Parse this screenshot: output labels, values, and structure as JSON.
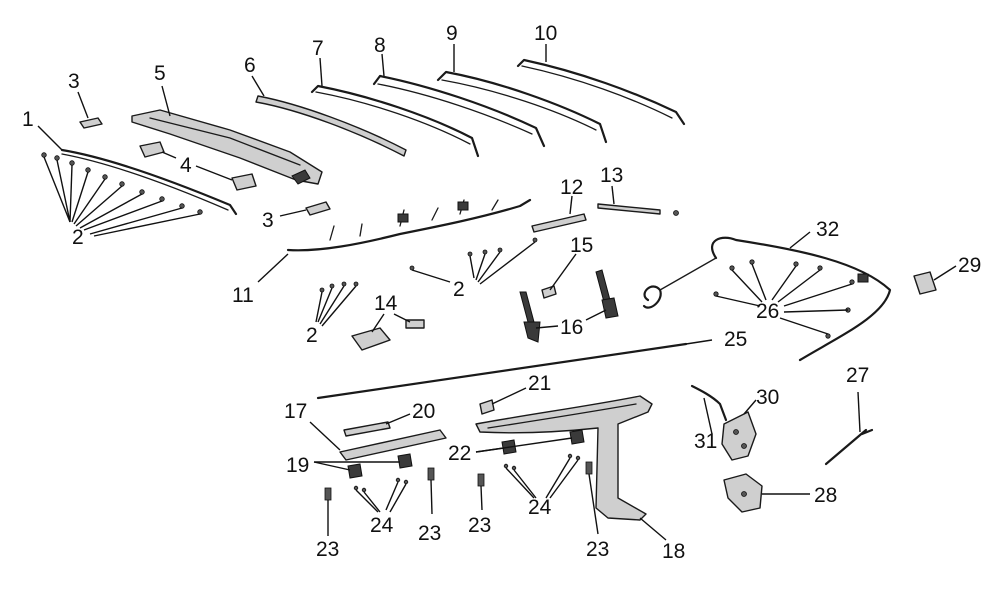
{
  "callouts": [
    {
      "id": "c1",
      "label": "1"
    },
    {
      "id": "c2a",
      "label": "2"
    },
    {
      "id": "c2b",
      "label": "2"
    },
    {
      "id": "c2c",
      "label": "2"
    },
    {
      "id": "c3a",
      "label": "3"
    },
    {
      "id": "c3b",
      "label": "3"
    },
    {
      "id": "c4",
      "label": "4"
    },
    {
      "id": "c5",
      "label": "5"
    },
    {
      "id": "c6",
      "label": "6"
    },
    {
      "id": "c7",
      "label": "7"
    },
    {
      "id": "c8",
      "label": "8"
    },
    {
      "id": "c9",
      "label": "9"
    },
    {
      "id": "c10",
      "label": "10"
    },
    {
      "id": "c11",
      "label": "11"
    },
    {
      "id": "c12",
      "label": "12"
    },
    {
      "id": "c13",
      "label": "13"
    },
    {
      "id": "c14",
      "label": "14"
    },
    {
      "id": "c15",
      "label": "15"
    },
    {
      "id": "c16",
      "label": "16"
    },
    {
      "id": "c17",
      "label": "17"
    },
    {
      "id": "c18",
      "label": "18"
    },
    {
      "id": "c19",
      "label": "19"
    },
    {
      "id": "c20",
      "label": "20"
    },
    {
      "id": "c21",
      "label": "21"
    },
    {
      "id": "c22",
      "label": "22"
    },
    {
      "id": "c23a",
      "label": "23"
    },
    {
      "id": "c23b",
      "label": "23"
    },
    {
      "id": "c23c",
      "label": "23"
    },
    {
      "id": "c23d",
      "label": "23"
    },
    {
      "id": "c24a",
      "label": "24"
    },
    {
      "id": "c24b",
      "label": "24"
    },
    {
      "id": "c25",
      "label": "25"
    },
    {
      "id": "c26",
      "label": "26"
    },
    {
      "id": "c27",
      "label": "27"
    },
    {
      "id": "c28",
      "label": "28"
    },
    {
      "id": "c29",
      "label": "29"
    },
    {
      "id": "c30",
      "label": "30"
    },
    {
      "id": "c31",
      "label": "31"
    },
    {
      "id": "c32",
      "label": "32"
    }
  ]
}
